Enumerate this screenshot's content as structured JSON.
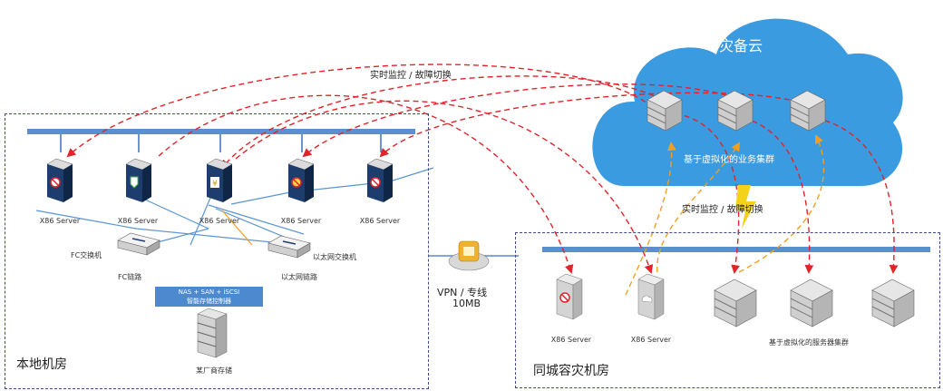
{
  "top_label": "实时监控 / 故障切换",
  "mid_label": "实时监控 / 故障切换",
  "cloud": {
    "title": "灾备云",
    "cluster_label": "基于虚拟化的业务集群"
  },
  "local_room": {
    "title": "本地机房",
    "servers": [
      "X86 Server",
      "X86 Server",
      "X86 Server",
      "X86 Server",
      "X86 Server"
    ],
    "fc_switch": "FC交换机",
    "fc_link": "FC链路",
    "eth_switch": "以太网交换机",
    "eth_link": "以太网链路",
    "storage_line1": "NAS + SAN + iSCSI",
    "storage_line2": "智能存储控制器",
    "vendor_storage": "某厂商存储"
  },
  "vpn": {
    "line1": "VPN / 专线",
    "line2": "10MB"
  },
  "dr_room": {
    "title": "同城容灾机房",
    "servers": [
      "X86 Server",
      "X86 Server"
    ],
    "cluster_label": "基于虚拟化的服务器集群"
  },
  "colors": {
    "room_border": "#3f4a8a",
    "bus": "#5b8fd0",
    "cloud": "#3b9be0",
    "red_arrow": "#e2232a",
    "orange_arrow": "#f0a020",
    "lightning": "#f4d21a"
  },
  "icons": [
    "server-tower-icon",
    "rack-server-icon",
    "switch-icon",
    "cloud-icon",
    "lightning-icon",
    "storage-icon",
    "vpn-gateway-icon"
  ]
}
